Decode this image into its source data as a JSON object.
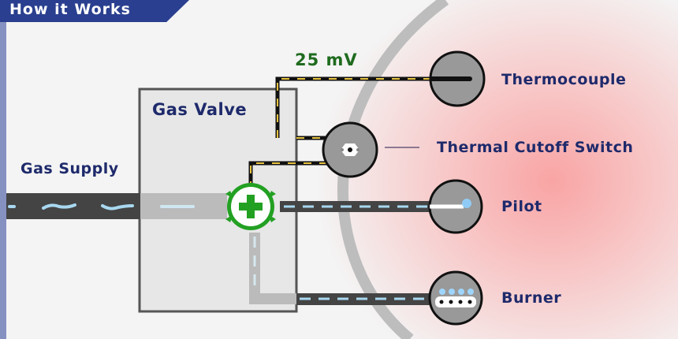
{
  "header": {
    "title": "How it Works"
  },
  "labels": {
    "gas_supply": "Gas Supply",
    "gas_valve": "Gas Valve",
    "voltage": "25 mV",
    "thermocouple": "Thermocouple",
    "thermal_cutoff": "Thermal Cutoff Switch",
    "pilot": "Pilot",
    "burner": "Burner"
  },
  "colors": {
    "title_bg": "#2a3f8f",
    "label_text": "#1e2a6b",
    "voltage_text": "#1f6b1f",
    "valve_green": "#22a022",
    "pipe_dark": "#444444",
    "gas_flow": "#a8d8f0",
    "glow": "#f8a0a0"
  },
  "icons": {
    "valve": "plus-valve-icon",
    "thermocouple": "thermocouple-icon",
    "cutoff": "thermal-switch-icon",
    "pilot": "pilot-flame-icon",
    "burner": "burner-flame-icon"
  }
}
